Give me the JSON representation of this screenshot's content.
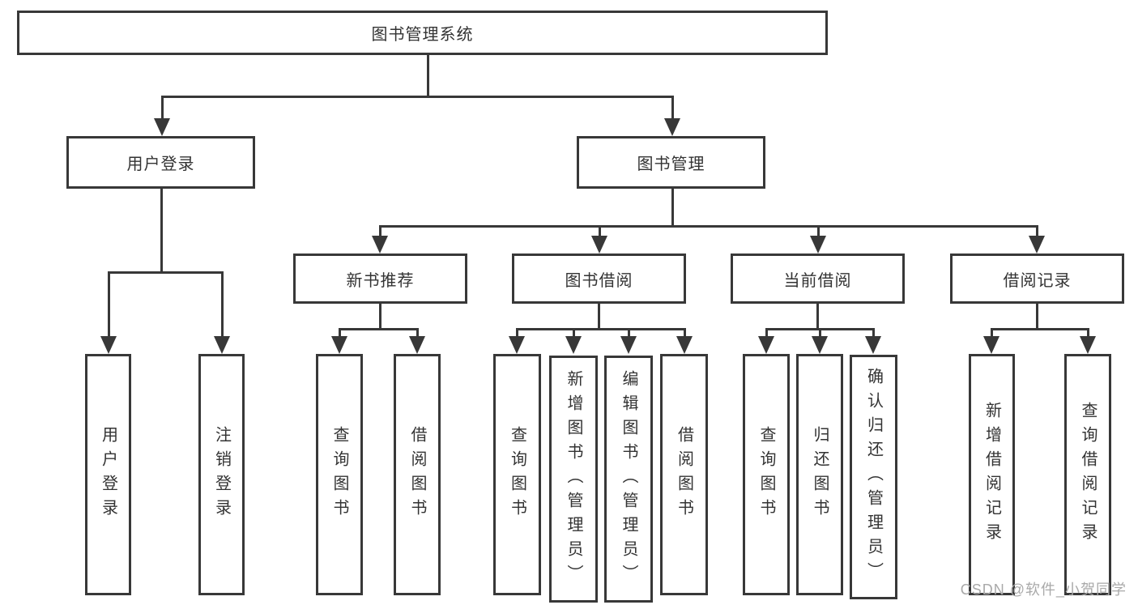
{
  "diagram": {
    "root": {
      "label": "图书管理系统"
    },
    "branches": [
      {
        "label": "用户登录",
        "children": [
          {
            "label": "用户登录"
          },
          {
            "label": "注销登录"
          }
        ]
      },
      {
        "label": "图书管理",
        "groups": [
          {
            "label": "新书推荐",
            "children": [
              {
                "label": "查询图书"
              },
              {
                "label": "借阅图书"
              }
            ]
          },
          {
            "label": "图书借阅",
            "children": [
              {
                "label": "查询图书"
              },
              {
                "label": "新增图书（管理员）"
              },
              {
                "label": "编辑图书（管理员）"
              },
              {
                "label": "借阅图书"
              }
            ]
          },
          {
            "label": "当前借阅",
            "children": [
              {
                "label": "查询图书"
              },
              {
                "label": "归还图书"
              },
              {
                "label": "确认归还（管理员）"
              }
            ]
          },
          {
            "label": "借阅记录",
            "children": [
              {
                "label": "新增借阅记录"
              },
              {
                "label": "查询借阅记录"
              }
            ]
          }
        ]
      }
    ]
  },
  "watermark": {
    "text": "CSDN @软件_小贺同学"
  },
  "colors": {
    "line": "#383838",
    "box_border": "#383838",
    "text": "#333333",
    "background": "#ffffff",
    "watermark": "#a9a9a9"
  }
}
